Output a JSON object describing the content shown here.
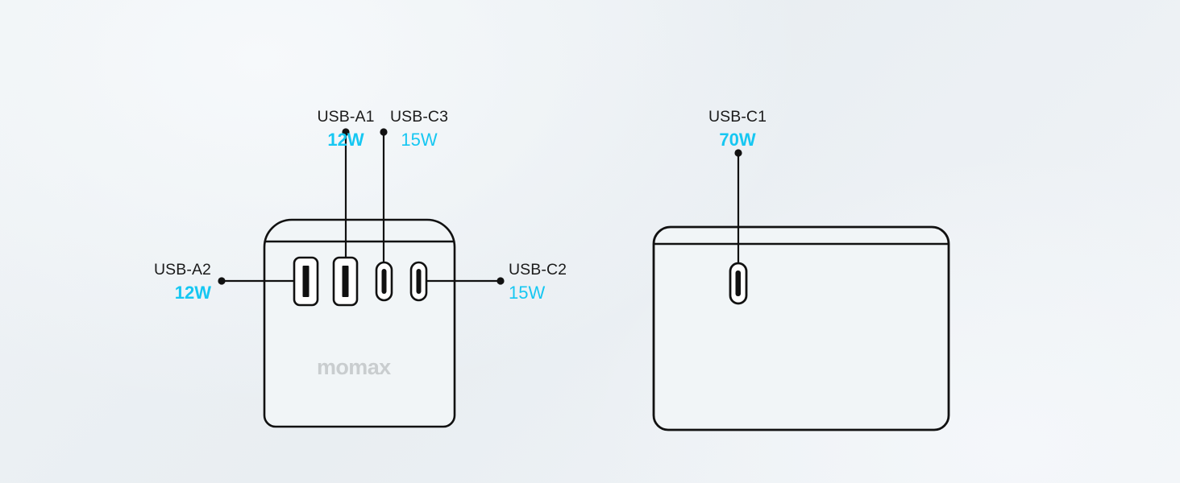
{
  "background": {
    "base_color": "#edf1f4",
    "highlight_color": "#f6f9fb"
  },
  "theme": {
    "accent_color": "#16c7f2",
    "outline_color": "#111111",
    "brand_color": "#c9cdcf"
  },
  "diagram": {
    "type": "product-callout-diagram",
    "brand_text": "momax",
    "devices": [
      {
        "id": "charger-front",
        "name": "charger-front-view",
        "ports": 4
      },
      {
        "id": "charger-back",
        "name": "charger-side-view",
        "ports": 1
      }
    ]
  },
  "callouts": [
    {
      "id": "usb-a1",
      "name": "USB-A1",
      "watt": "12W",
      "weight": "bold",
      "align": "center",
      "port_type": "usb-a",
      "leader": "top"
    },
    {
      "id": "usb-c3",
      "name": "USB-C3",
      "watt": "15W",
      "weight": "regular",
      "align": "center",
      "port_type": "usb-c",
      "leader": "top"
    },
    {
      "id": "usb-a2",
      "name": "USB-A2",
      "watt": "12W",
      "weight": "bold",
      "align": "right",
      "port_type": "usb-a",
      "leader": "left"
    },
    {
      "id": "usb-c2",
      "name": "USB-C2",
      "watt": "15W",
      "weight": "regular",
      "align": "left",
      "port_type": "usb-c",
      "leader": "right"
    },
    {
      "id": "usb-c1",
      "name": "USB-C1",
      "watt": "70W",
      "weight": "bold",
      "align": "center",
      "port_type": "usb-c",
      "leader": "top"
    }
  ]
}
